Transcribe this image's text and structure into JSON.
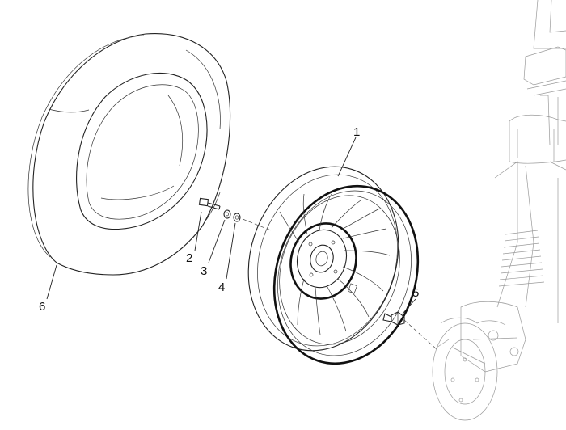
{
  "callouts": [
    {
      "id": "1",
      "text": "1"
    },
    {
      "id": "2",
      "text": "2"
    },
    {
      "id": "3",
      "text": "3"
    },
    {
      "id": "4",
      "text": "4"
    },
    {
      "id": "5",
      "text": "5"
    },
    {
      "id": "6",
      "text": "6"
    }
  ],
  "colors": {
    "line": "#222222",
    "faint": "#9a9a9a",
    "background": "#ffffff"
  }
}
